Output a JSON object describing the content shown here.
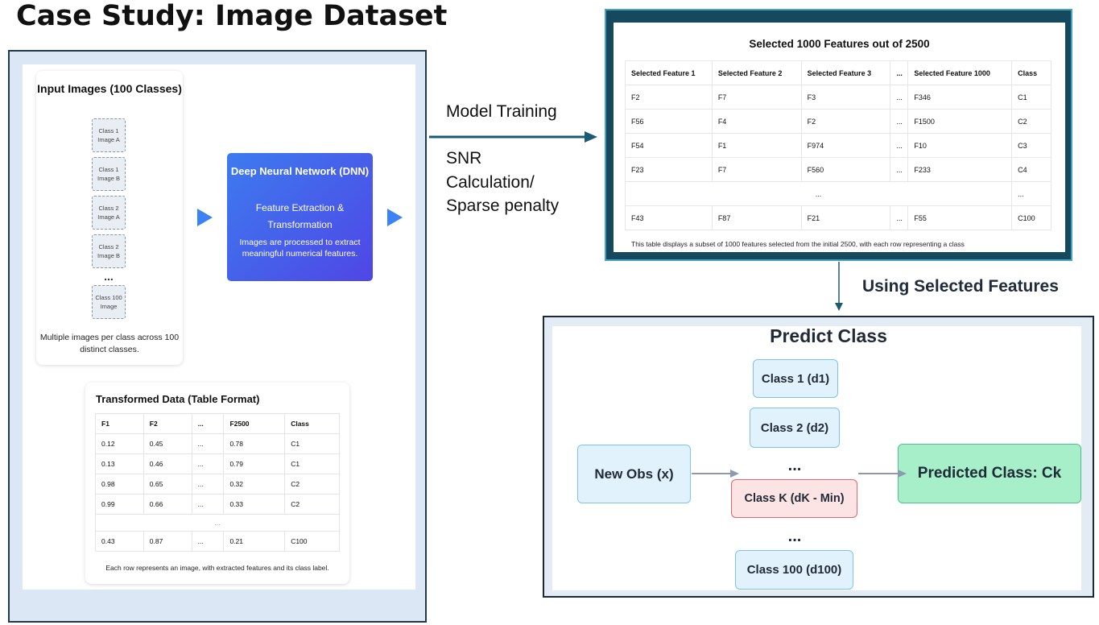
{
  "page": {
    "title": "Case Study: Image Dataset"
  },
  "input_images": {
    "title": "Input Images (100 Classes)",
    "tiles": [
      {
        "line1": "Class 1",
        "line2": "Image A"
      },
      {
        "line1": "Class 1",
        "line2": "Image B"
      },
      {
        "line1": "Class 2",
        "line2": "Image A"
      },
      {
        "line1": "Class 2",
        "line2": "Image B"
      },
      {
        "line1": "Class 100",
        "line2": "Image"
      }
    ],
    "ellipsis": "...",
    "caption": "Multiple images per class across 100 distinct classes."
  },
  "dnn": {
    "title": "Deep Neural Network (DNN)",
    "subtitle": "Feature Extraction & Transformation",
    "description": "Images are processed to extract meaningful numerical features."
  },
  "transformed_table": {
    "title": "Transformed Data (Table Format)",
    "headers": [
      "F1",
      "F2",
      "...",
      "F2500",
      "Class"
    ],
    "rows": [
      [
        "0.12",
        "0.45",
        "...",
        "0.78",
        "C1"
      ],
      [
        "0.13",
        "0.46",
        "...",
        "0.79",
        "C1"
      ],
      [
        "0.98",
        "0.65",
        "...",
        "0.32",
        "C2"
      ],
      [
        "0.99",
        "0.66",
        "...",
        "0.33",
        "C2"
      ]
    ],
    "gap": "...",
    "last_row": [
      "0.43",
      "0.87",
      "...",
      "0.21",
      "C100"
    ],
    "caption": "Each row represents an image, with extracted features and its class label."
  },
  "arrow_labels": {
    "model_training": "Model Training",
    "snr_line1": "SNR",
    "snr_line2": "Calculation/",
    "snr_line3": "Sparse penalty",
    "using_selected": "Using Selected Features"
  },
  "selected_table": {
    "title": "Selected 1000 Features out of 2500",
    "headers": [
      "Selected Feature 1",
      "Selected Feature 2",
      "Selected Feature 3",
      "...",
      "Selected Feature 1000",
      "Class"
    ],
    "rows": [
      [
        "F2",
        "F7",
        "F3",
        "...",
        "F346",
        "C1"
      ],
      [
        "F56",
        "F4",
        "F2",
        "...",
        "F1500",
        "C2"
      ],
      [
        "F54",
        "F1",
        "F974",
        "...",
        "F10",
        "C3"
      ],
      [
        "F23",
        "F7",
        "F560",
        "...",
        "F233",
        "C4"
      ]
    ],
    "gap": "...",
    "gap_class": "...",
    "last_row": [
      "F43",
      "F87",
      "F21",
      "...",
      "F55",
      "C100"
    ],
    "caption": "This table displays a subset of 1000 features selected from the initial 2500, with each row representing a class"
  },
  "predict": {
    "title": "Predict Class",
    "new_obs": "New Obs (x)",
    "class1": "Class 1 (d1)",
    "class2": "Class 2 (d2)",
    "dots1": "...",
    "classK": "Class K (dK - Min)",
    "dots2": "...",
    "class100": "Class 100 (d100)",
    "predicted": "Predicted Class: Ck"
  },
  "colors": {
    "accent_blue": "#3b82f6",
    "dnn_gradient_start": "#3d7bef",
    "dnn_gradient_end": "#4f46e5",
    "arrow_teal": "#1a5a73",
    "highlight_red": "#e2666b",
    "result_green": "#a6efc9"
  }
}
